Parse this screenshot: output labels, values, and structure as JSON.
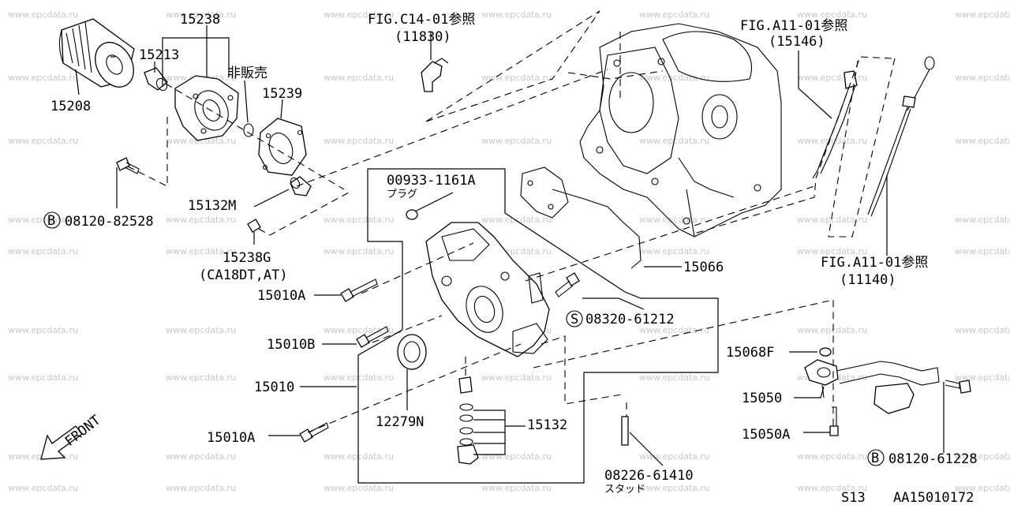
{
  "watermark": "www.epcdata.ru",
  "labels": {
    "p15238": "15238",
    "p15213": "15213",
    "p15208": "15208",
    "hihanbai": "非販売",
    "p15239": "15239",
    "fig_c14": "FIG.C14-01参照",
    "fig_c14_sub": "(11830)",
    "fig_a11_top": "FIG.A11-01参照",
    "fig_a11_top_sub": "(15146)",
    "bolt_b1": "08120-82528",
    "p15132m": "15132M",
    "p15238g": "15238G",
    "p15238g_note": "(CA18DT,AT)",
    "plug_num": "00933-1161A",
    "plug_name": "プラグ",
    "p15066": "15066",
    "fig_a11_right": "FIG.A11-01参照",
    "fig_a11_right_sub": "(11140)",
    "p15010a_1": "15010A",
    "screw_s": "08320-61212",
    "p15010b": "15010B",
    "p15068f": "15068F",
    "p15010": "15010",
    "p15050": "15050",
    "p12279n": "12279N",
    "p15132": "15132",
    "p15050a": "15050A",
    "p15010a_2": "15010A",
    "bolt_b2": "08120-61228",
    "stud_num": "08226-61410",
    "stud_name": "スタッド",
    "front": "FRONT",
    "page_code": "S13",
    "ref_code": "AA15010172"
  }
}
